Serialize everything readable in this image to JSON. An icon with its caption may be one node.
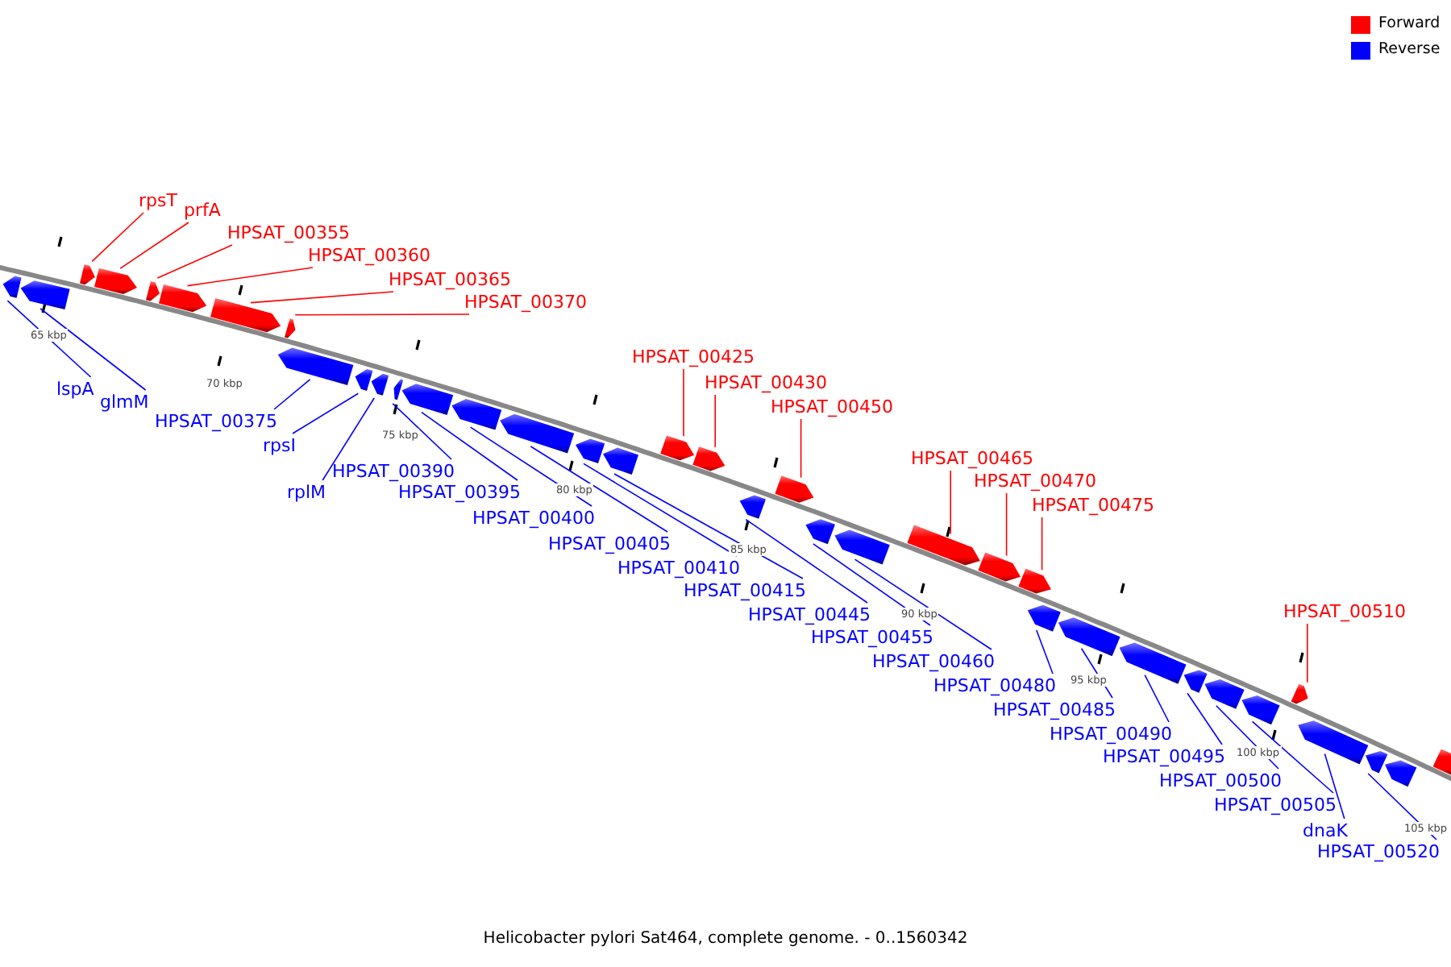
{
  "diagram": {
    "caption": "Helicobacter pylori Sat464, complete genome. - 0..1560342",
    "nodes": [
      {
        "text": [
          "lspA"
        ]
      },
      {
        "text": [
          "glmM"
        ]
      },
      {
        "text": [
          "rpsT"
        ]
      },
      {
        "text": [
          "prfA"
        ]
      },
      {
        "text": [
          "HPSAT_00355"
        ]
      },
      {
        "text": [
          "HPSAT_00360"
        ]
      },
      {
        "text": [
          "HPSAT_00365"
        ]
      },
      {
        "text": [
          "HPSAT_00370"
        ]
      },
      {
        "text": [
          "HPSAT_00375"
        ]
      },
      {
        "text": [
          "rpsI"
        ]
      },
      {
        "text": [
          "rplM"
        ]
      },
      {
        "text": [
          "HPSAT_00390"
        ]
      },
      {
        "text": [
          "HPSAT_00395"
        ]
      },
      {
        "text": [
          "HPSAT_00400"
        ]
      },
      {
        "text": [
          "HPSAT_00405"
        ]
      },
      {
        "text": [
          "HPSAT_00410"
        ]
      },
      {
        "text": [
          "HPSAT_00415"
        ]
      },
      {
        "text": [
          "HPSAT_00425"
        ]
      },
      {
        "text": [
          "HPSAT_00430"
        ]
      },
      {
        "text": [
          "HPSAT_00445"
        ]
      },
      {
        "text": [
          "HPSAT_00450"
        ]
      },
      {
        "text": [
          "HPSAT_00455"
        ]
      },
      {
        "text": [
          "HPSAT_00460"
        ]
      },
      {
        "text": [
          "HPSAT_00465"
        ]
      },
      {
        "text": [
          "HPSAT_00470"
        ]
      },
      {
        "text": [
          "HPSAT_00475"
        ]
      },
      {
        "text": [
          "HPSAT_00480"
        ]
      },
      {
        "text": [
          "HPSAT_00485"
        ]
      },
      {
        "text": [
          "HPSAT_00490"
        ]
      },
      {
        "text": [
          "HPSAT_00495"
        ]
      },
      {
        "text": [
          "HPSAT_00500"
        ]
      },
      {
        "text": [
          "HPSAT_00505"
        ]
      },
      {
        "text": [
          "HPSAT_00510"
        ]
      },
      {
        "text": [
          "dnaK"
        ]
      },
      {
        "text": [
          "HPSAT_00520"
        ]
      },
      {
        "text": [],
        "shape": "arrow"
      },
      {
        "text": [],
        "shape": "arrow"
      },
      {
        "text": [],
        "shape": "arrow"
      },
      {
        "text": [],
        "shape": "arrow"
      },
      {
        "text": [],
        "shape": "arrow"
      },
      {
        "text": [],
        "shape": "arrow"
      },
      {
        "text": [],
        "shape": "arrow"
      },
      {
        "text": [],
        "shape": "arrow"
      },
      {
        "text": [],
        "shape": "arrow"
      },
      {
        "text": [],
        "shape": "arrow"
      },
      {
        "text": [],
        "shape": "arrow"
      },
      {
        "text": [],
        "shape": "arrow"
      },
      {
        "text": [],
        "shape": "arrow"
      },
      {
        "text": [],
        "shape": "arrow"
      },
      {
        "text": [],
        "shape": "arrow"
      },
      {
        "text": [],
        "shape": "arrow"
      },
      {
        "text": [],
        "shape": "arrow"
      },
      {
        "text": [],
        "shape": "arrow"
      },
      {
        "text": [],
        "shape": "arrow"
      },
      {
        "text": [],
        "shape": "arrow"
      },
      {
        "text": [],
        "shape": "arrow"
      },
      {
        "text": [],
        "shape": "arrow"
      },
      {
        "text": [],
        "shape": "arrow"
      },
      {
        "text": [],
        "shape": "arrow"
      },
      {
        "text": [],
        "shape": "arrow"
      },
      {
        "text": [],
        "shape": "arrow"
      },
      {
        "text": [],
        "shape": "arrow"
      },
      {
        "text": [],
        "shape": "arrow"
      },
      {
        "text": [],
        "shape": "arrow"
      },
      {
        "text": [],
        "shape": "arrow"
      },
      {
        "text": [],
        "shape": "arrow"
      },
      {
        "text": [],
        "shape": "arrow"
      },
      {
        "text": [],
        "shape": "arrow"
      },
      {
        "text": [],
        "shape": "arrow"
      },
      {
        "text": [],
        "shape": "arrow"
      },
      {
        "text": [],
        "shape": "arrow"
      },
      {
        "text": [],
        "shape": "arrow"
      }
    ],
    "edges": [
      {
        "from": 0,
        "to": 35,
        "arrow": "none"
      },
      {
        "from": 1,
        "to": 36,
        "arrow": "none"
      },
      {
        "from": 2,
        "to": 37,
        "arrow": "none",
        "color": "#ff0000"
      },
      {
        "from": 3,
        "to": 38,
        "arrow": "none",
        "color": "#ff0000"
      },
      {
        "from": 4,
        "to": 39,
        "arrow": "none",
        "color": "#ff0000"
      },
      {
        "from": 5,
        "to": 40,
        "arrow": "none",
        "color": "#ff0000"
      },
      {
        "from": 6,
        "to": 41,
        "arrow": "none",
        "color": "#ff0000"
      },
      {
        "from": 7,
        "to": 42,
        "arrow": "none",
        "color": "#ff0000"
      },
      {
        "from": 8,
        "to": 43,
        "arrow": "none"
      },
      {
        "from": 9,
        "to": 44,
        "arrow": "none"
      },
      {
        "from": 10,
        "to": 45,
        "arrow": "none"
      },
      {
        "from": 11,
        "to": 46,
        "arrow": "none"
      },
      {
        "from": 12,
        "to": 47,
        "arrow": "none"
      },
      {
        "from": 13,
        "to": 48,
        "arrow": "none"
      },
      {
        "from": 14,
        "to": 49,
        "arrow": "none"
      },
      {
        "from": 15,
        "to": 50,
        "arrow": "none"
      },
      {
        "from": 16,
        "to": 51,
        "arrow": "none"
      },
      {
        "from": 17,
        "to": 52,
        "arrow": "none",
        "color": "#ff0000"
      },
      {
        "from": 18,
        "to": 53,
        "arrow": "none",
        "color": "#ff0000"
      },
      {
        "from": 19,
        "to": 54,
        "arrow": "none"
      },
      {
        "from": 20,
        "to": 55,
        "arrow": "none",
        "color": "#ff0000"
      },
      {
        "from": 21,
        "to": 56,
        "arrow": "none"
      },
      {
        "from": 22,
        "to": 57,
        "arrow": "none"
      },
      {
        "from": 23,
        "to": 58,
        "arrow": "none",
        "color": "#ff0000"
      },
      {
        "from": 24,
        "to": 59,
        "arrow": "none",
        "color": "#ff0000"
      },
      {
        "from": 25,
        "to": 60,
        "arrow": "none",
        "color": "#ff0000"
      },
      {
        "from": 26,
        "to": 61,
        "arrow": "none"
      },
      {
        "from": 27,
        "to": 62,
        "arrow": "none"
      },
      {
        "from": 28,
        "to": 63,
        "arrow": "none"
      },
      {
        "from": 29,
        "to": 64,
        "arrow": "none"
      },
      {
        "from": 30,
        "to": 65,
        "arrow": "none"
      },
      {
        "from": 31,
        "to": 66,
        "arrow": "none"
      },
      {
        "from": 32,
        "to": 67,
        "arrow": "none",
        "color": "#ff0000"
      },
      {
        "from": 33,
        "to": 68,
        "arrow": "none"
      },
      {
        "from": 34,
        "to": 69,
        "arrow": "none"
      }
    ],
    "labels": [
      "65 kbp",
      "70 kbp",
      "75 kbp",
      "80 kbp",
      "85 kbp",
      "90 kbp",
      "95 kbp",
      "100 kbp",
      "105 kbp"
    ],
    "legend": [
      {
        "text": "Forward",
        "color": "#ff0000"
      },
      {
        "text": "Reverse",
        "color": "#0000ff"
      }
    ]
  }
}
